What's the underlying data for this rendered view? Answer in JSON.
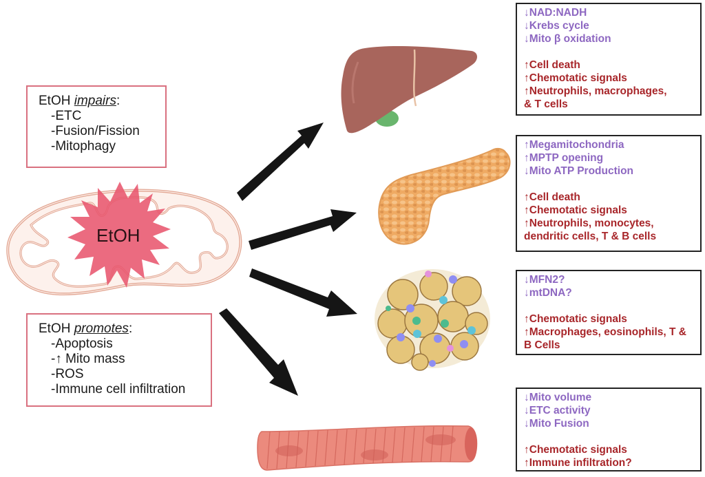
{
  "center": {
    "organelle": "mitochondrion",
    "label": "EtOH"
  },
  "impairs_box": {
    "title_prefix": "EtOH ",
    "title_emph": "impairs",
    "title_suffix": ":",
    "items": [
      "-ETC",
      "-Fusion/Fission",
      "-Mitophagy"
    ]
  },
  "promotes_box": {
    "title_prefix": "EtOH ",
    "title_emph": "promotes",
    "title_suffix": ":",
    "items": [
      "-Apoptosis",
      "-↑ Mito mass",
      "-ROS",
      "-Immune cell infiltration"
    ]
  },
  "organs": [
    {
      "name": "liver",
      "effects_mito": [
        {
          "dir": "↓",
          "text": "NAD:NADH"
        },
        {
          "dir": "↓",
          "text": "Krebs cycle"
        },
        {
          "dir": "↓",
          "text": "Mito β oxidation"
        }
      ],
      "effects_immune": [
        {
          "dir": "↑",
          "text": "Cell death"
        },
        {
          "dir": "↑",
          "text": "Chemotatic signals"
        },
        {
          "dir": "↑",
          "text": "Neutrophils, macrophages,"
        },
        {
          "dir": "",
          "text": "& T cells"
        }
      ]
    },
    {
      "name": "pancreas",
      "effects_mito": [
        {
          "dir": "↑",
          "text": "Megamitochondria"
        },
        {
          "dir": "↑",
          "text": "MPTP opening"
        },
        {
          "dir": "↓",
          "text": "Mito ATP Production"
        }
      ],
      "effects_immune": [
        {
          "dir": "↑",
          "text": "Cell death"
        },
        {
          "dir": "↑",
          "text": "Chemotatic signals"
        },
        {
          "dir": "↑",
          "text": "Neutrophils, monocytes,"
        },
        {
          "dir": "",
          "text": "dendritic cells, T & B cells"
        }
      ]
    },
    {
      "name": "adipose-tissue",
      "effects_mito": [
        {
          "dir": "↓",
          "text": "MFN2?"
        },
        {
          "dir": "↓",
          "text": "mtDNA?"
        }
      ],
      "effects_immune": [
        {
          "dir": "↑",
          "text": "Chemotatic signals"
        },
        {
          "dir": "↑",
          "text": "Macrophages, eosinophils, T &"
        },
        {
          "dir": "",
          "text": "B Cells"
        }
      ]
    },
    {
      "name": "skeletal-muscle",
      "effects_mito": [
        {
          "dir": "↓",
          "text": "Mito volume"
        },
        {
          "dir": "↓",
          "text": "ETC activity"
        },
        {
          "dir": "↓",
          "text": "Mito Fusion"
        }
      ],
      "effects_immune": [
        {
          "dir": "↑",
          "text": "Chemotatic signals"
        },
        {
          "dir": "↑",
          "text": "Immune infiltration?"
        }
      ]
    }
  ],
  "colors": {
    "mito_effect": "#8d67c1",
    "immune_effect": "#a8262a",
    "left_box_border": "#d9707f",
    "right_box_border": "#222222",
    "etoh_burst": "#e8566e",
    "arrow": "#151515"
  }
}
